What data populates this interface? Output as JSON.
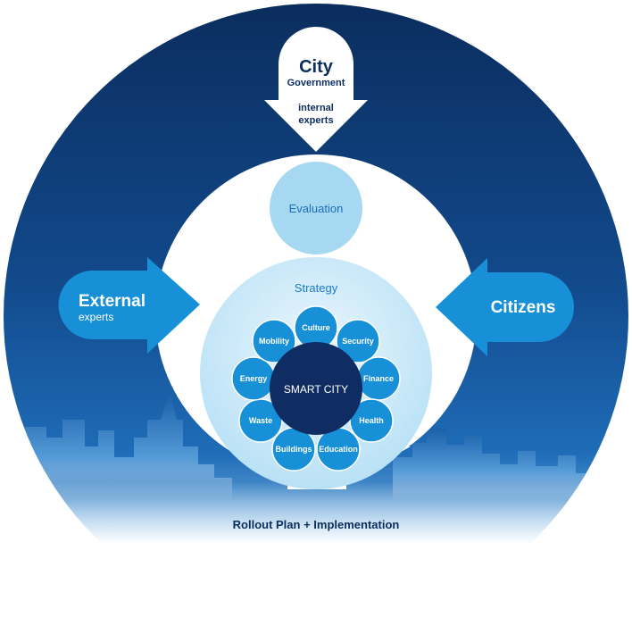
{
  "colors": {
    "navy": "#0b2d5e",
    "mid_blue": "#1a5fa8",
    "bright_blue": "#1890d8",
    "light_blue": "#a7d8f2",
    "pale_blue": "#d6eefa",
    "core": "#0f2d63",
    "white": "#ffffff"
  },
  "inputs": {
    "top": {
      "title": "City",
      "subtitle": "Government",
      "note_line1": "internal",
      "note_line2": "experts"
    },
    "left": {
      "title": "External",
      "subtitle": "experts"
    },
    "right": {
      "title": "Citizens"
    }
  },
  "evaluation": {
    "label": "Evaluation"
  },
  "strategy": {
    "label": "Strategy"
  },
  "core": {
    "label": "SMART CITY"
  },
  "domains": [
    {
      "label": "Culture"
    },
    {
      "label": "Security"
    },
    {
      "label": "Finance"
    },
    {
      "label": "Health"
    },
    {
      "label": "Education"
    },
    {
      "label": "Buildings"
    },
    {
      "label": "Waste"
    },
    {
      "label": "Energy"
    },
    {
      "label": "Mobility"
    }
  ],
  "footer": {
    "label": "Rollout Plan + Implementation"
  }
}
